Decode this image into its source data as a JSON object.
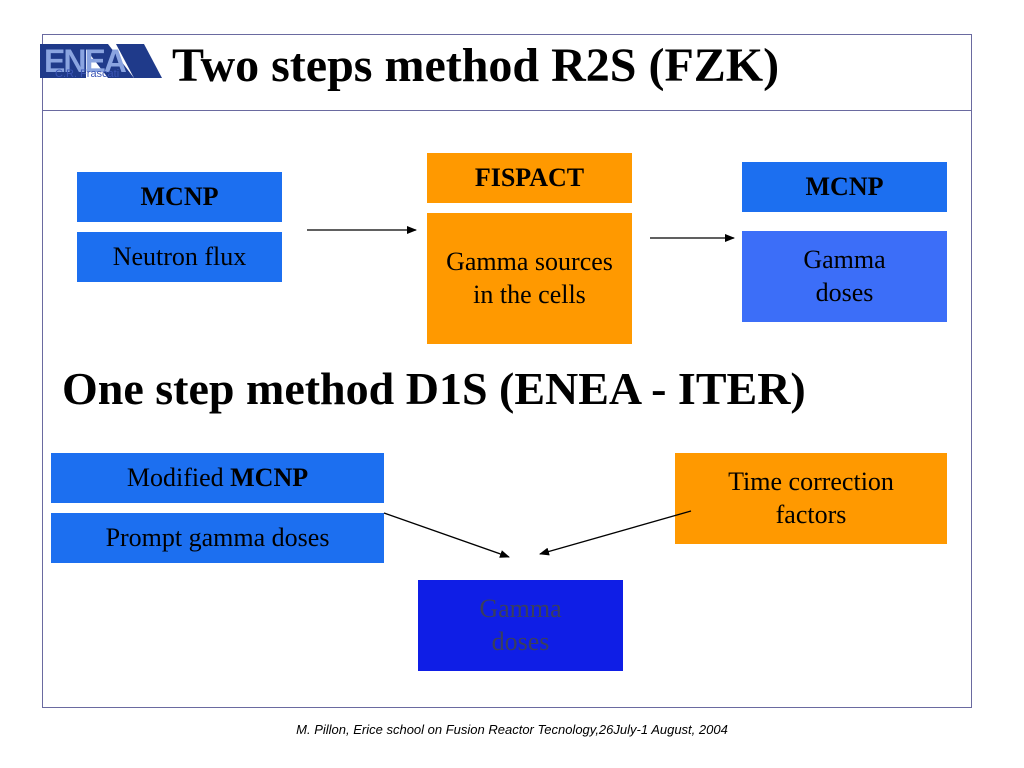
{
  "slide": {
    "logo_text": "ENEA",
    "logo_subtext": "C.R. Frascati",
    "title": "Two steps method R2S (FZK)",
    "subtitle": "One step method D1S (ENEA - ITER)",
    "footer": "M. Pillon, Erice school on Fusion Reactor Tecnology,26July-1 August, 2004"
  },
  "r2s": {
    "step1": {
      "header": "MCNP",
      "body": "Neutron flux"
    },
    "step2": {
      "header": "FISPACT",
      "body": "Gamma sources in the cells"
    },
    "step3": {
      "header": "MCNP",
      "body": "Gamma doses"
    }
  },
  "d1s": {
    "tool": {
      "prefix": "Modified ",
      "bold": "MCNP",
      "body": "Prompt gamma doses"
    },
    "correction": {
      "body": "Time correction factors"
    },
    "result": {
      "body": "Gamma doses"
    }
  },
  "colors": {
    "blue": "#1c6ff0",
    "light_blue": "#3c6ef8",
    "orange": "#ff9900",
    "navy": "#0f1ee6",
    "frame": "#6a6aa0"
  }
}
